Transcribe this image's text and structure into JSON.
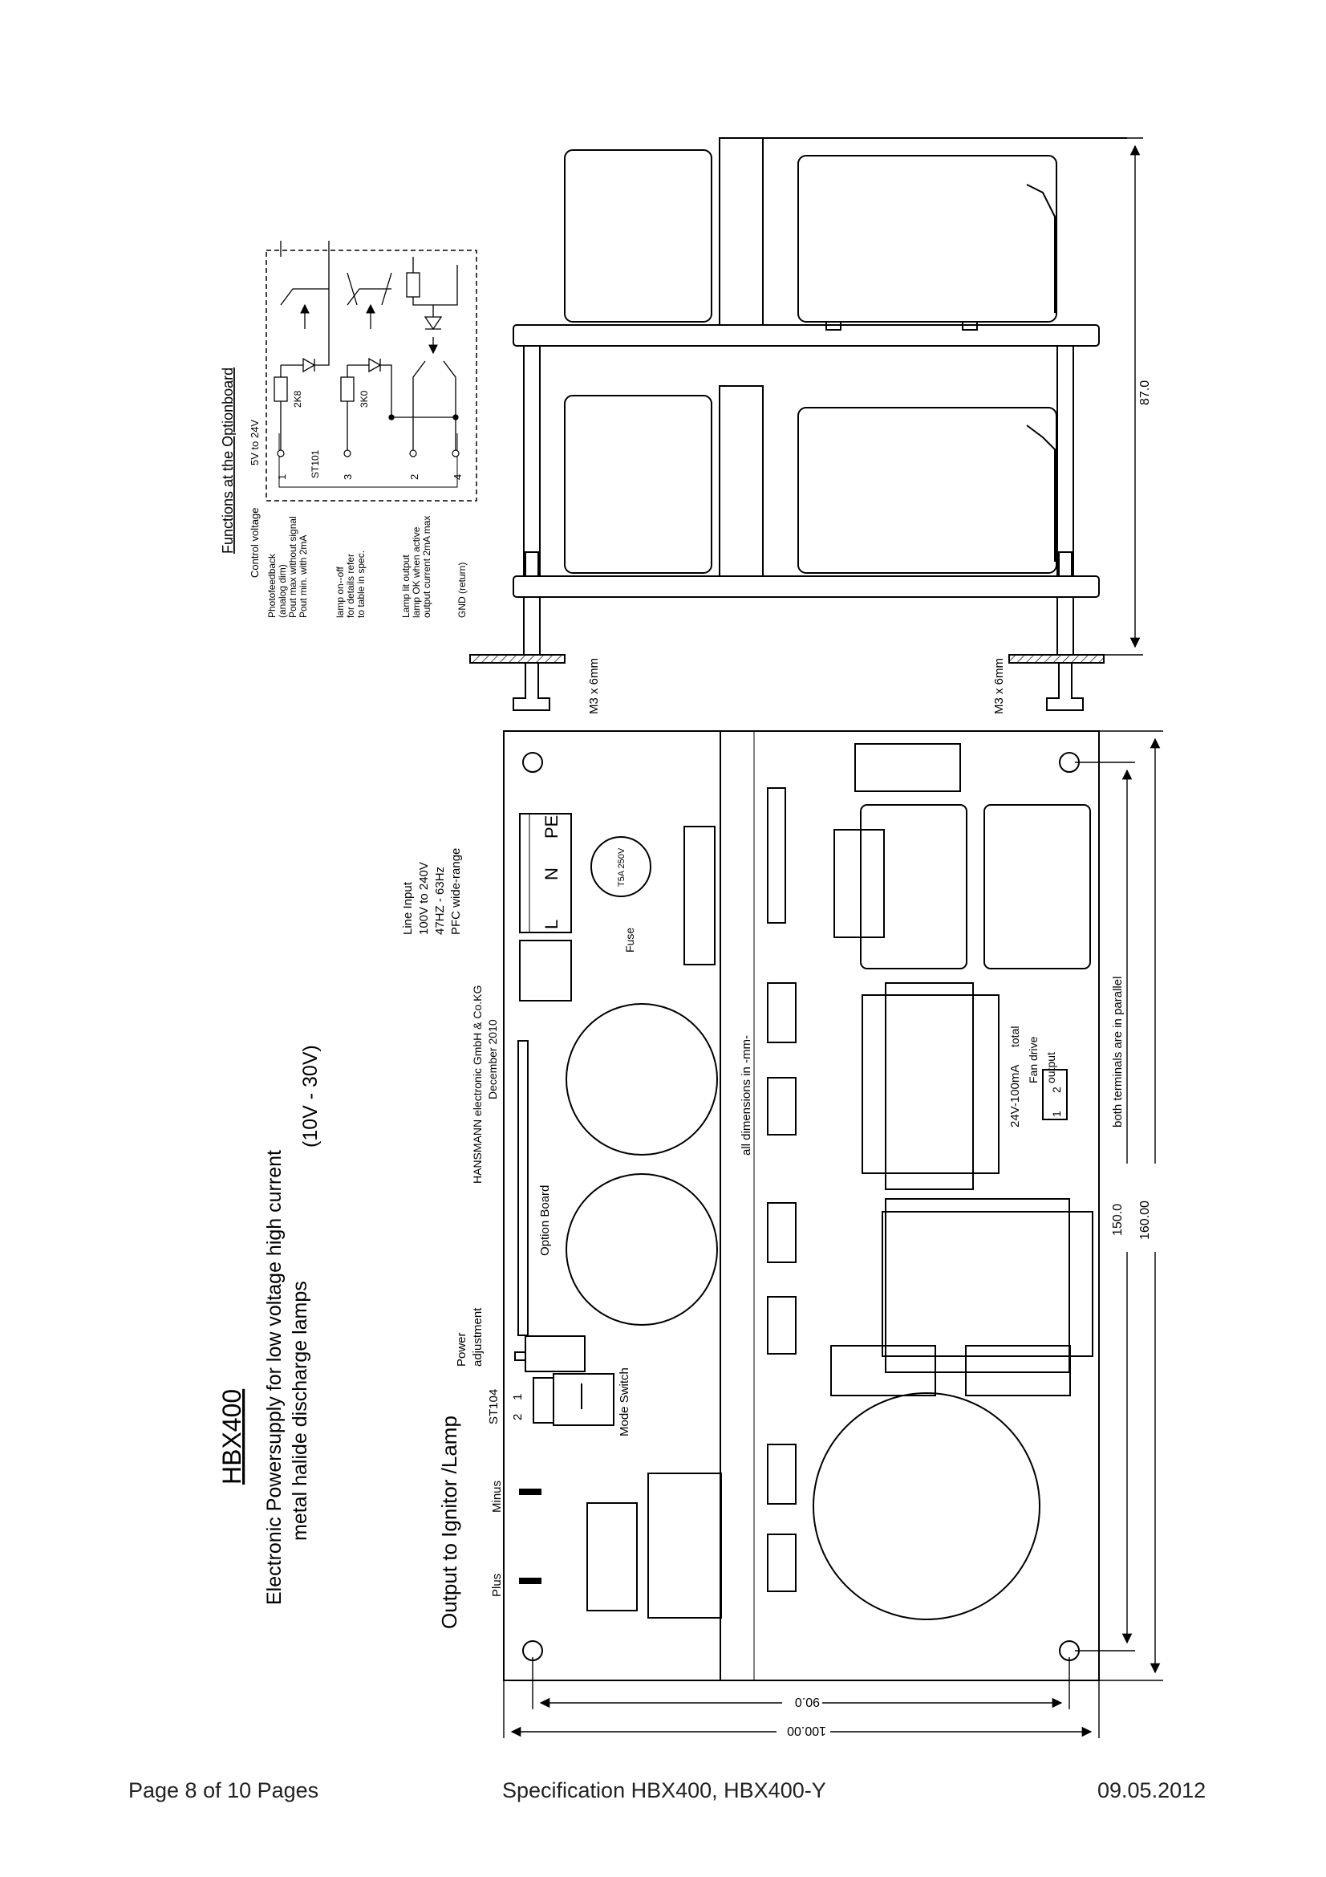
{
  "title": {
    "model": "HBX400",
    "line1": "Electronic Powersupply for low voltage high current",
    "line2": "metal halide discharge lamps",
    "voltage_range": "(10V - 30V)"
  },
  "company": {
    "name": "HANSMANN electronic GmbH & Co.KG",
    "date": "December 2010"
  },
  "labels": {
    "output": "Output to Ignitor /Lamp",
    "plus": "Plus",
    "minus": "Minus",
    "st104": "ST104",
    "mode_switch": "Mode Switch",
    "power_adjustment_1": "Power",
    "power_adjustment_2": "adjustment",
    "option_board": "Option Board",
    "line_input": [
      "Line Input",
      "100V to 240V",
      "47HZ - 63Hz",
      "PFC wide-range"
    ],
    "fuse": "Fuse",
    "fuse_rating": "T5A 250V",
    "connector_l": "L",
    "connector_n": "N",
    "connector_pe": "PE",
    "pin_1": "1",
    "pin_2": "2",
    "dimensions_note": "all dimensions in -mm-",
    "fan_current": "24V-100mA",
    "fan_total": "total",
    "fan_drive": "Fan drive",
    "fan_output": "output",
    "parallel_note": "both terminals are in parallel",
    "screw": "M3 x 6mm"
  },
  "dimensions": {
    "d90": "90.0",
    "d100": "100.00",
    "d150": "150.0",
    "d160": "160.00",
    "d87": "87.0"
  },
  "option_board": {
    "heading": "Functions at the Optionboard",
    "control_voltage": "Control voltage",
    "voltage_range": "5V to 24V",
    "photo_feedback": [
      "Photofeedback",
      "(analog dim)",
      "Pout max without signal",
      "Pout min. with 2mA"
    ],
    "lamp_onoff": [
      "lamp   on--off",
      "for details refer",
      "to table in spec."
    ],
    "lamp_lit": [
      "Lamp lit      output",
      "lamp OK when active",
      "output current 2mA max"
    ],
    "gnd": "GND (return)",
    "connector": "ST101",
    "pins": [
      "1",
      "3",
      "2",
      "4"
    ],
    "r1": "2K8",
    "r2": "3K0"
  },
  "footer": {
    "page": "Page 8 of 10 Pages",
    "spec": "Specification HBX400, HBX400-Y",
    "date": "09.05.2012"
  }
}
